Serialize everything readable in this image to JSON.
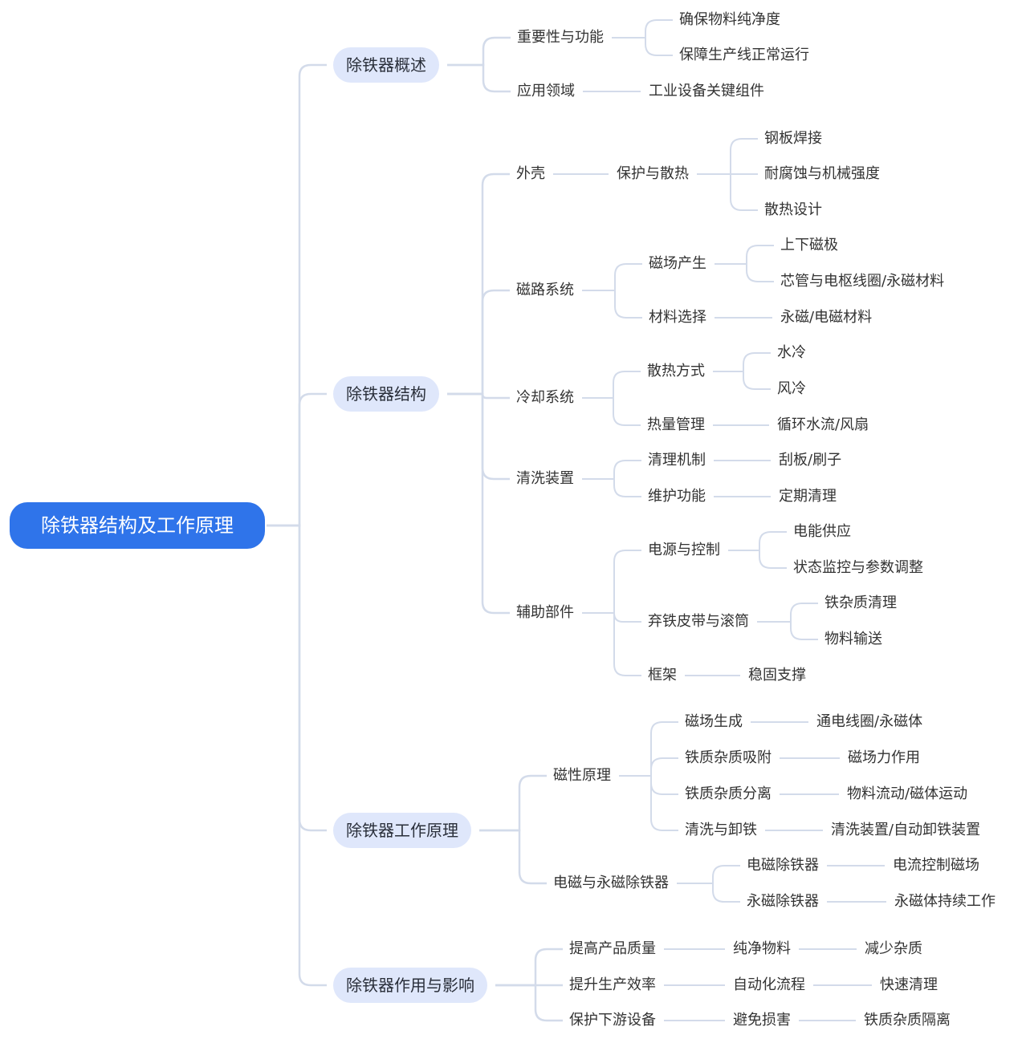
{
  "map": {
    "label": "除铁器结构及工作原理",
    "children": [
      {
        "label": "除铁器概述",
        "children": [
          {
            "label": "重要性与功能",
            "children": [
              {
                "label": "确保物料纯净度"
              },
              {
                "label": "保障生产线正常运行"
              }
            ]
          },
          {
            "label": "应用领域",
            "children": [
              {
                "label": "工业设备关键组件"
              }
            ]
          }
        ]
      },
      {
        "label": "除铁器结构",
        "children": [
          {
            "label": "外壳",
            "children": [
              {
                "label": "保护与散热",
                "children": [
                  {
                    "label": "钢板焊接"
                  },
                  {
                    "label": "耐腐蚀与机械强度"
                  },
                  {
                    "label": "散热设计"
                  }
                ]
              }
            ]
          },
          {
            "label": "磁路系统",
            "children": [
              {
                "label": "磁场产生",
                "children": [
                  {
                    "label": "上下磁极"
                  },
                  {
                    "label": "芯管与电枢线圈/永磁材料"
                  }
                ]
              },
              {
                "label": "材料选择",
                "children": [
                  {
                    "label": "永磁/电磁材料"
                  }
                ]
              }
            ]
          },
          {
            "label": "冷却系统",
            "children": [
              {
                "label": "散热方式",
                "children": [
                  {
                    "label": "水冷"
                  },
                  {
                    "label": "风冷"
                  }
                ]
              },
              {
                "label": "热量管理",
                "children": [
                  {
                    "label": "循环水流/风扇"
                  }
                ]
              }
            ]
          },
          {
            "label": "清洗装置",
            "children": [
              {
                "label": "清理机制",
                "children": [
                  {
                    "label": "刮板/刷子"
                  }
                ]
              },
              {
                "label": "维护功能",
                "children": [
                  {
                    "label": "定期清理"
                  }
                ]
              }
            ]
          },
          {
            "label": "辅助部件",
            "children": [
              {
                "label": "电源与控制",
                "children": [
                  {
                    "label": "电能供应"
                  },
                  {
                    "label": "状态监控与参数调整"
                  }
                ]
              },
              {
                "label": "弃铁皮带与滚筒",
                "children": [
                  {
                    "label": "铁杂质清理"
                  },
                  {
                    "label": "物料输送"
                  }
                ]
              },
              {
                "label": "框架",
                "children": [
                  {
                    "label": "稳固支撑"
                  }
                ]
              }
            ]
          }
        ]
      },
      {
        "label": "除铁器工作原理",
        "children": [
          {
            "label": "磁性原理",
            "children": [
              {
                "label": "磁场生成",
                "children": [
                  {
                    "label": "通电线圈/永磁体"
                  }
                ]
              },
              {
                "label": "铁质杂质吸附",
                "children": [
                  {
                    "label": "磁场力作用"
                  }
                ]
              },
              {
                "label": "铁质杂质分离",
                "children": [
                  {
                    "label": "物料流动/磁体运动"
                  }
                ]
              },
              {
                "label": "清洗与卸铁",
                "children": [
                  {
                    "label": "清洗装置/自动卸铁装置"
                  }
                ]
              }
            ]
          },
          {
            "label": "电磁与永磁除铁器",
            "children": [
              {
                "label": "电磁除铁器",
                "children": [
                  {
                    "label": "电流控制磁场"
                  }
                ]
              },
              {
                "label": "永磁除铁器",
                "children": [
                  {
                    "label": "永磁体持续工作"
                  }
                ]
              }
            ]
          }
        ]
      },
      {
        "label": "除铁器作用与影响",
        "children": [
          {
            "label": "提高产品质量",
            "children": [
              {
                "label": "纯净物料",
                "children": [
                  {
                    "label": "减少杂质"
                  }
                ]
              }
            ]
          },
          {
            "label": "提升生产效率",
            "children": [
              {
                "label": "自动化流程",
                "children": [
                  {
                    "label": "快速清理"
                  }
                ]
              }
            ]
          },
          {
            "label": "保护下游设备",
            "children": [
              {
                "label": "避免损害",
                "children": [
                  {
                    "label": "铁质杂质隔离"
                  }
                ]
              }
            ]
          }
        ]
      }
    ]
  },
  "colors": {
    "root": "#2f74ea",
    "branch": "#dfe7fb",
    "line": "#d3dbea"
  }
}
